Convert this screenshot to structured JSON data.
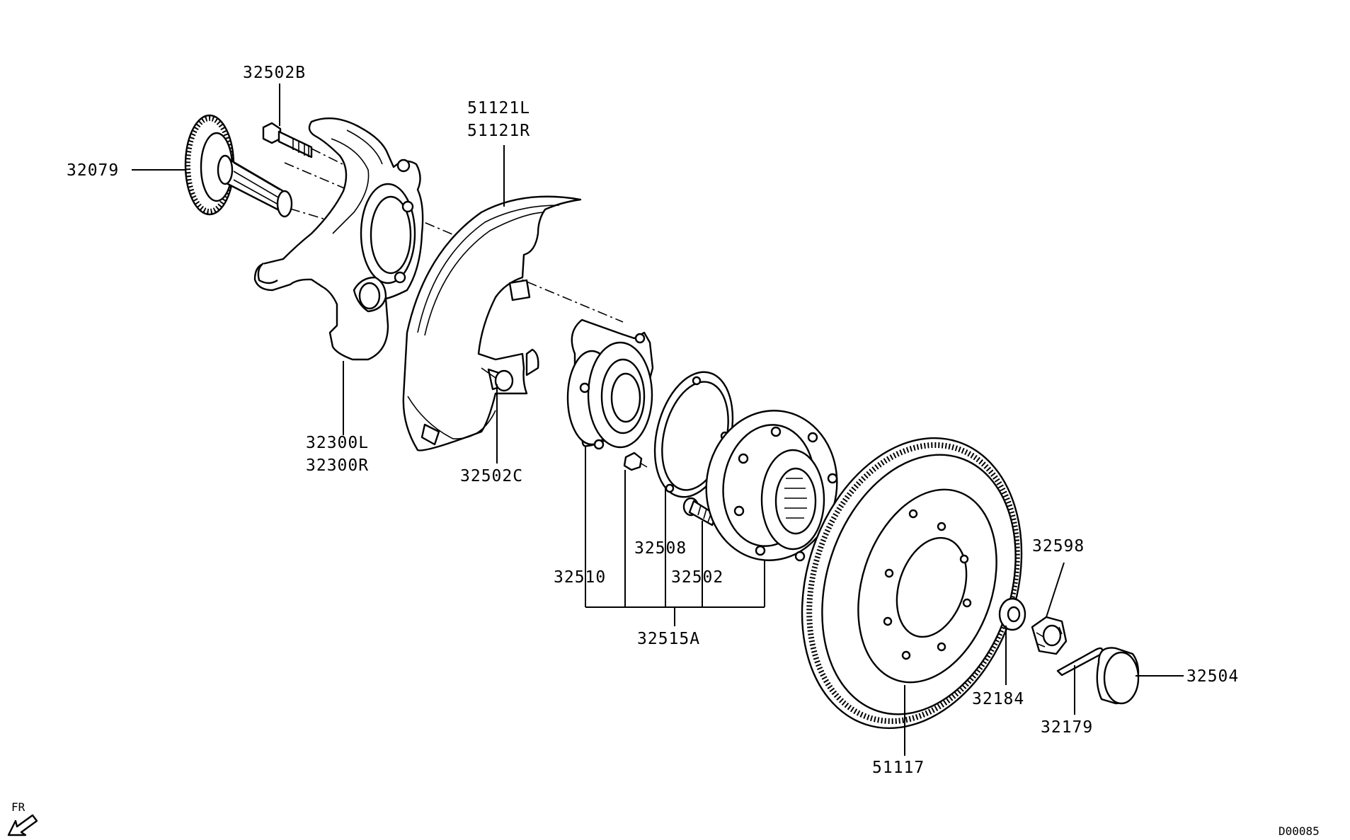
{
  "labels": {
    "p32502B": "32502B",
    "p32079": "32079",
    "p51121L": "51121L",
    "p51121R": "51121R",
    "p32300L": "32300L",
    "p32300R": "32300R",
    "p32502C": "32502C",
    "p32508": "32508",
    "p32510": "32510",
    "p32502": "32502",
    "p32515A": "32515A",
    "p32598": "32598",
    "p32504": "32504",
    "p32184": "32184",
    "p32179": "32179",
    "p51117": "51117"
  },
  "orientation": {
    "label": "FR"
  },
  "diagram_code": "D00085"
}
